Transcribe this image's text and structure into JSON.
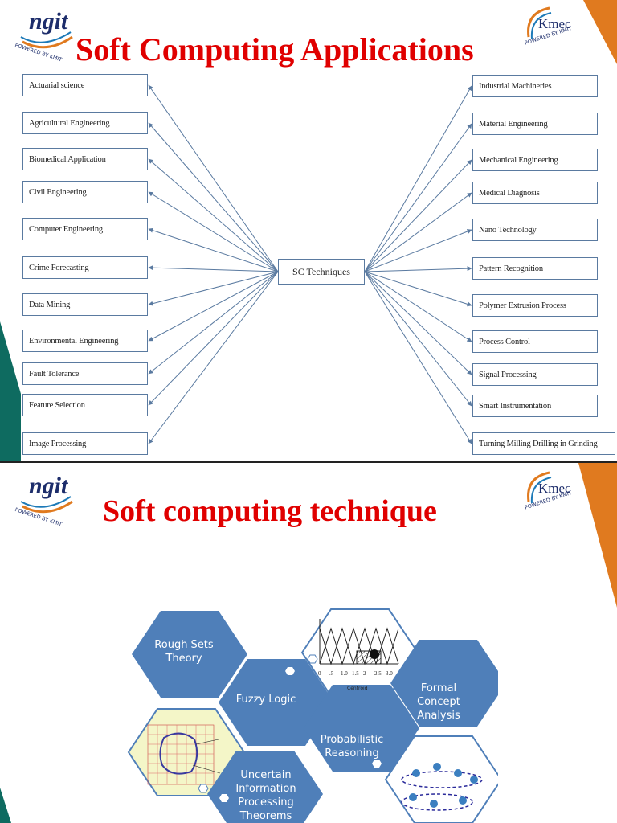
{
  "slide1": {
    "title": "Soft Computing Applications",
    "center_label": "SC Techniques",
    "left_items": [
      "Actuarial science",
      "Agricultural Engineering",
      "Biomedical Application",
      "Civil Engineering",
      "Computer Engineering",
      "Crime Forecasting",
      "Data Mining",
      "Environmental Engineering",
      "Fault Tolerance",
      "Feature Selection",
      "Image Processing"
    ],
    "right_items": [
      "Industrial Machineries",
      "Material Engineering",
      "Mechanical Engineering",
      "Medical Diagnosis",
      "Nano Technology",
      "Pattern Recognition",
      "Polymer Extrusion Process",
      "Process Control",
      "Signal Processing",
      "Smart Instrumentation",
      "Turning Milling Drilling in Grinding"
    ]
  },
  "slide2": {
    "title": "Soft computing technique",
    "hexagons": {
      "rough_sets": "Rough Sets Theory",
      "fuzzy_logic": "Fuzzy Logic",
      "formal_concept": "Formal Concept Analysis",
      "probabilistic": "Probabilistic Reasoning",
      "uncertain": "Uncertain Information Processing Theorems"
    },
    "fuzzy_axis_ticks": [
      "0",
      ".5",
      "1.0",
      "1.5",
      "2",
      "2.5",
      "3.0"
    ],
    "fuzzy_caption": "Centroid"
  },
  "logos": {
    "ngit": "ngit",
    "ngit_tagline": "POWERED BY KMIT",
    "kmec": "Kmec",
    "kmec_tagline": "POWERED BY KMIT"
  },
  "colors": {
    "title": "#e00000",
    "hexagon": "#4f7fb9",
    "accent_teal": "#0e6b60",
    "accent_orange": "#e07a1f"
  }
}
